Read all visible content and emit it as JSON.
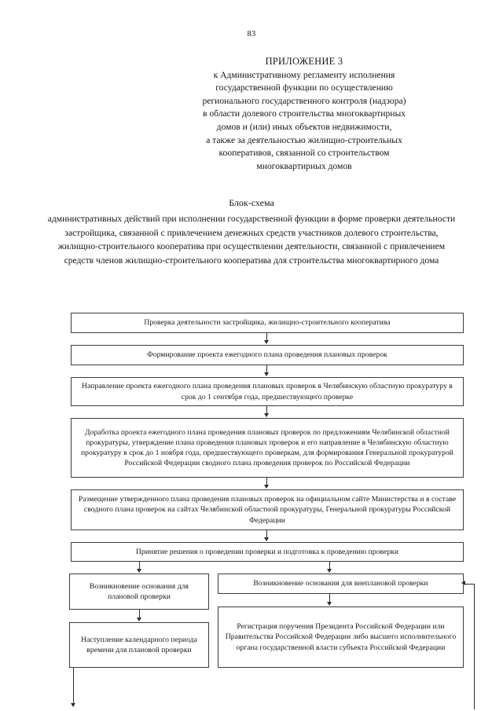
{
  "page": {
    "number": "83"
  },
  "appendix": {
    "title": "ПРИЛОЖЕНИЕ 3",
    "lines": [
      "к Административному регламенту исполнения",
      "государственной функции по осуществлению",
      "регионального государственного контроля (надзора)",
      "в области долевого строительства многоквартирных",
      "домов и (или) иных объектов недвижимости,",
      "а также за деятельностью жилищно-строительных",
      "кооперативов, связанной со  строительством",
      "многоквартирных домов"
    ]
  },
  "chart_title": {
    "main": "Блок-схема",
    "subtitle": "административных действий при исполнении государственной функции в форме проверки деятельности застройщика, связанной с привлечением денежных средств участников долевого строительства, жилищно-строительного кооператива при осуществлении деятельности, связанной  с привлечением средств членов жилищно-строительного кооператива для строительства многоквартирного дома"
  },
  "flowchart": {
    "nodes": [
      {
        "id": "node-inspection-of-developer",
        "text": "Проверка деятельности застройщика, жилищно-строительного кооператива"
      },
      {
        "id": "node-draft-annual-plan",
        "text": "Формирование проекта ежегодного плана проведения плановых проверок"
      },
      {
        "id": "node-send-draft-to-prosecutor",
        "text": "Направление проекта ежегодного плана проведения плановых проверок в Челябинскую областную прокуратуру в срок до 1 сентября года, предшествующего проверке"
      },
      {
        "id": "node-revise-and-approve-plan",
        "text": "Доработка проекта ежегодного плана проведения плановых проверок по предложениям Челябинской областной прокуратуры, утверждение плана проведения плановых проверок и его направление в Челябинскую областную прокуратуру в срок до 1 ноября года, предшествующего проверкам, для  формирования Генеральной прокуратурой Российской Федерации сводного плана проведения проверок по Российской Федерации"
      },
      {
        "id": "node-publish-approved-plan",
        "text": "Размещение утвержденного плана проведения плановых проверок на официальном сайте Министерства и в составе сводного плана проверок на сайтах  Челябинской областной прокуратуры, Генеральной прокуратуры Российской Федерации"
      },
      {
        "id": "node-decision-and-preparation",
        "text": "Принятие решения о проведении проверки и подготовка к проведению проверки"
      },
      {
        "id": "node-grounds-scheduled-inspection",
        "text": "Возникновение основания для плановой проверки"
      },
      {
        "id": "node-grounds-unscheduled-inspection",
        "text": "Возникновение основания для внеплановой проверки"
      },
      {
        "id": "node-calendar-period-arrival",
        "text": "Наступление календарного периода времени для плановой проверки"
      },
      {
        "id": "node-registration-of-instruction",
        "text": "Регистрация поручения Президента Российской Федерации  или Правительства Российской Федерации либо высшего исполнительного органа государственной власти субъекта Российской Федерации"
      }
    ]
  },
  "colors": {
    "ink": "#15161a",
    "border": "#3a3c40",
    "connector": "#2b2d31",
    "paper": "#ffffff"
  }
}
